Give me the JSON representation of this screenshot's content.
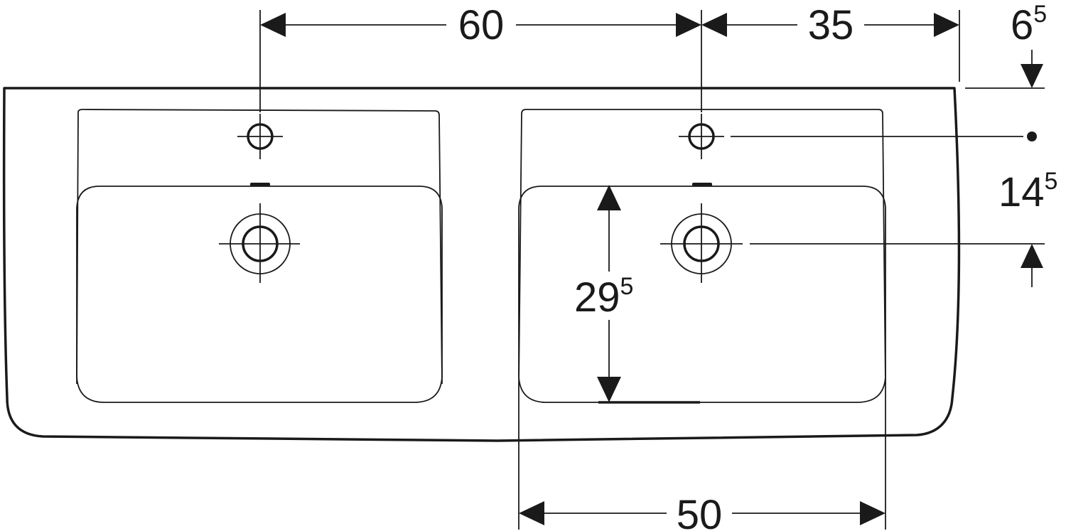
{
  "dimensions": {
    "hole_spacing": {
      "main": "60",
      "sup": ""
    },
    "right_hole_to_edge": {
      "main": "35",
      "sup": ""
    },
    "edge_to_hole_row": {
      "main": "6",
      "sup": "5"
    },
    "hole_to_drain": {
      "main": "14",
      "sup": "5"
    },
    "drain_to_basin_bottom": {
      "main": "29",
      "sup": "5"
    },
    "basin_width": {
      "main": "50",
      "sup": ""
    }
  }
}
